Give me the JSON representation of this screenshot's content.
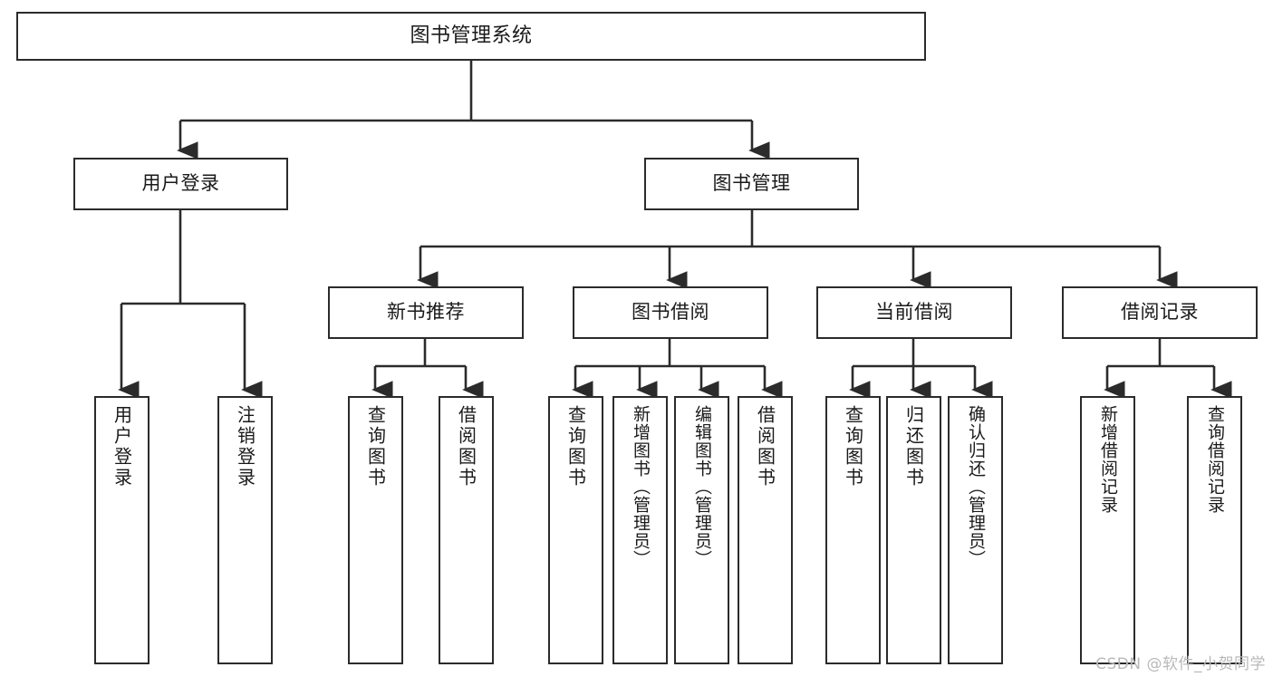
{
  "diagram": {
    "kind": "tree-structure-chart",
    "title": "图书管理系统",
    "watermark": "CSDN @软件_小贺同学",
    "colors": {
      "background": "#ffffff",
      "box_border": "#2b2b2b",
      "box_fill": "#ffffff",
      "text": "#1a1a1a",
      "connector": "#2b2b2b",
      "watermark": "#b9b9b9"
    },
    "nodes": {
      "root": {
        "label": "图书管理系统"
      },
      "level2": [
        {
          "label": "用户登录"
        },
        {
          "label": "图书管理"
        }
      ],
      "level3": [
        {
          "label": "新书推荐"
        },
        {
          "label": "图书借阅"
        },
        {
          "label": "当前借阅"
        },
        {
          "label": "借阅记录"
        }
      ],
      "leaves": {
        "user_login": [
          {
            "label": "用户登录"
          },
          {
            "label": "注销登录"
          }
        ],
        "new_book": [
          {
            "label": "查询图书"
          },
          {
            "label": "借阅图书"
          }
        ],
        "book_borrow": [
          {
            "label": "查询图书"
          },
          {
            "label": "新增图书（管理员）"
          },
          {
            "label": "编辑图书（管理员）"
          },
          {
            "label": "借阅图书"
          }
        ],
        "current_borrow": [
          {
            "label": "查询图书"
          },
          {
            "label": "归还图书"
          },
          {
            "label": "确认归还（管理员）"
          }
        ],
        "borrow_record": [
          {
            "label": "新增借阅记录"
          },
          {
            "label": "查询借阅记录"
          }
        ]
      }
    }
  }
}
